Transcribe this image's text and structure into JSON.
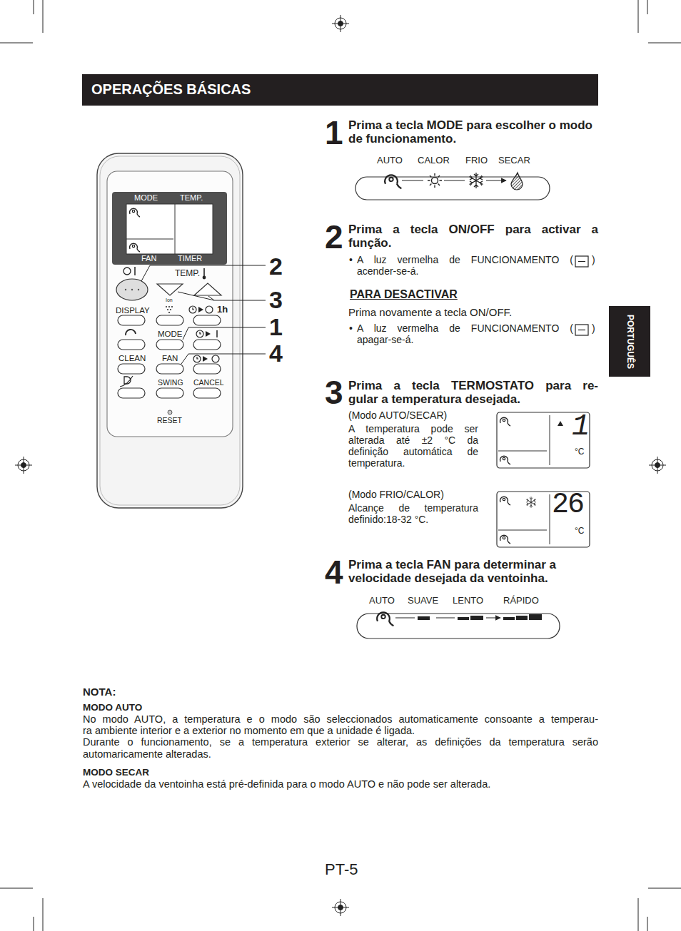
{
  "diagram": {
    "title": "OPERAÇÕES BÁSICAS",
    "nodes": [
      {
        "text": [
          "AUTO",
          "CALOR",
          "FRIO",
          "SECAR"
        ]
      },
      {
        "text": [
          "PORTUGUÊS"
        ]
      },
      {
        "text": [
          "1",
          "°C"
        ]
      },
      {
        "text": [
          "26",
          "°C"
        ]
      },
      {
        "text": [
          "AUTO",
          "SUAVE",
          "LENTO",
          "RÁPIDO"
        ]
      }
    ],
    "labels": [
      "1",
      "Prima a tecla MODE para escolher o modo de funcionamento.",
      "2",
      "Prima a tecla ON/OFF para activar a função.",
      "•",
      "A luz vermelha de FUNCIONAMENTO (",
      ")",
      "acender-se-á.",
      "PARA DESACTIVAR",
      "Prima novamente a tecla ON/OFF.",
      "•",
      "A luz vermelha de FUNCIONAMENTO (",
      ")",
      "apagar-se-á.",
      "3",
      "Prima a tecla TERMOSTATO para re-",
      "gular a temperatura desejada.",
      "(Modo AUTO/SECAR)",
      "A temperatura pode ser alterada até ±2 °C da definição automática de temperatura.",
      "(Modo FRIO/CALOR)",
      "Alcançe de temperatura definido:18-32 °C.",
      "4",
      "Prima a tecla FAN para determinar a velocidade desejada da ventoinha.",
      "NOTA:",
      "MODO AUTO",
      "No modo AUTO, a temperatura e o modo são seleccionados automaticamente consoante a temperau-",
      "ra ambiente interior e a exterior no momento em que a unidade é ligada.",
      "Durante o funcionamento, se a temperatura exterior se alterar, as definições da temperatura serão automaricamente alteradas.",
      "MODO SECAR",
      "A velocidade da ventoinha está pré-definida para o modo AUTO e não pode ser alterada.",
      "PT-5",
      "MODE",
      "TEMP.",
      "FAN",
      "TIMER",
      "TEMP.",
      "DISPLAY",
      "MODE",
      "CLEAN",
      "FAN",
      "SWING",
      "CANCEL",
      "RESET",
      "1h",
      "Ion",
      "2",
      "3",
      "1",
      "4"
    ]
  }
}
